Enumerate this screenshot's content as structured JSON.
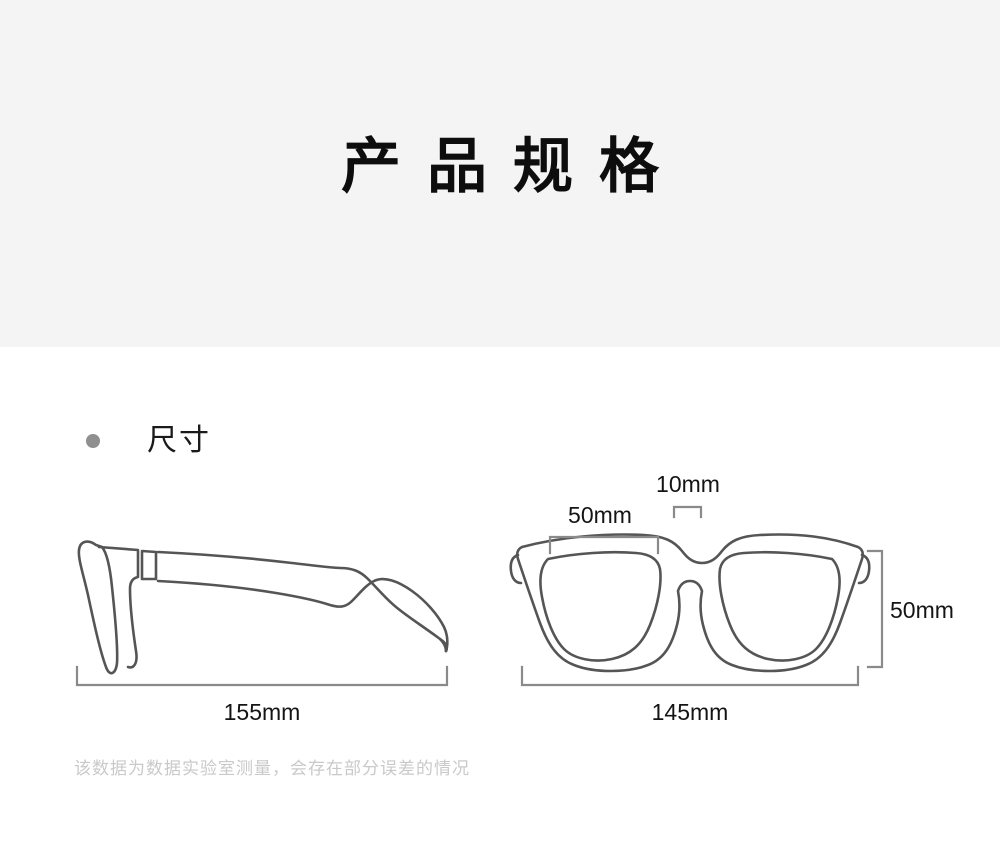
{
  "header": {
    "title": "产品规格",
    "background_color": "#f4f4f5"
  },
  "section": {
    "bullet_color": "#8f8f8f",
    "title": "尺寸"
  },
  "disclaimer": {
    "text": "该数据为数据实验室测量，会存在部分误差的情况",
    "color": "#c9c9c9"
  },
  "diagram": {
    "stroke_color": "#555555",
    "dimension_line_color": "#8a8a8a",
    "side_view": {
      "name": "eyeglasses-side-profile",
      "width_label": "155mm"
    },
    "front_view": {
      "name": "eyeglasses-front-view",
      "width_label": "145mm",
      "height_label": "50mm",
      "lens_width_label": "50mm",
      "bridge_width_label": "10mm"
    }
  },
  "specs": [
    {
      "key": "total_length",
      "value": "155mm",
      "view": "side"
    },
    {
      "key": "total_width",
      "value": "145mm",
      "view": "front"
    },
    {
      "key": "lens_width",
      "value": "50mm",
      "view": "front"
    },
    {
      "key": "bridge_width",
      "value": "10mm",
      "view": "front"
    },
    {
      "key": "lens_height",
      "value": "50mm",
      "view": "front"
    }
  ]
}
